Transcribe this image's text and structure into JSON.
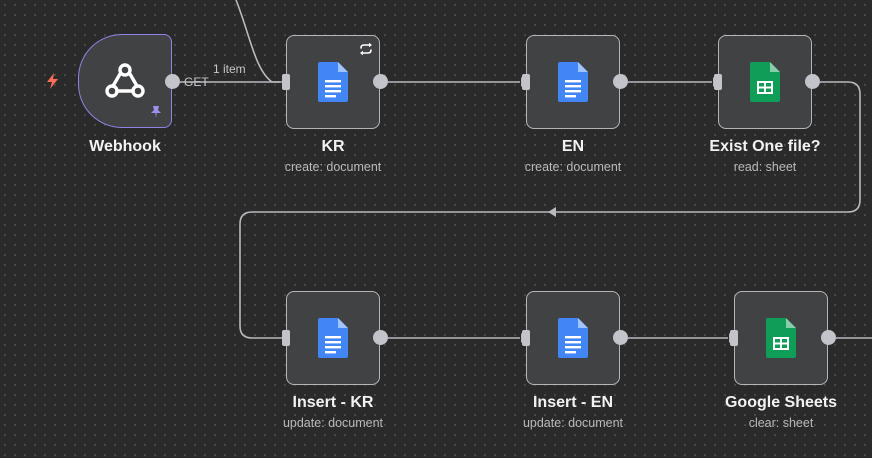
{
  "nodes": {
    "webhook": {
      "label": "Webhook"
    },
    "kr": {
      "label": "KR",
      "sub": "create: document"
    },
    "en": {
      "label": "EN",
      "sub": "create: document"
    },
    "exist": {
      "label": "Exist One file?",
      "sub": "read: sheet"
    },
    "insert_kr": {
      "label": "Insert - KR",
      "sub": "update: document"
    },
    "insert_en": {
      "label": "Insert - EN",
      "sub": "update: document"
    },
    "gsheets": {
      "label": "Google Sheets",
      "sub": "clear: sheet"
    }
  },
  "edges": {
    "webhook_method": "GET",
    "webhook_items": "1 item"
  },
  "icons": {
    "webhook": "webhook-icon",
    "docs": "google-docs-icon",
    "sheets": "google-sheets-icon",
    "trigger": "lightning-bolt-icon",
    "pin": "pin-icon",
    "loop": "loop-icon"
  },
  "colors": {
    "trigger_border": "#8f84e6",
    "docs_blue": "#4285f4",
    "sheets_green": "#0f9d58",
    "bolt": "#ff6d5a"
  }
}
